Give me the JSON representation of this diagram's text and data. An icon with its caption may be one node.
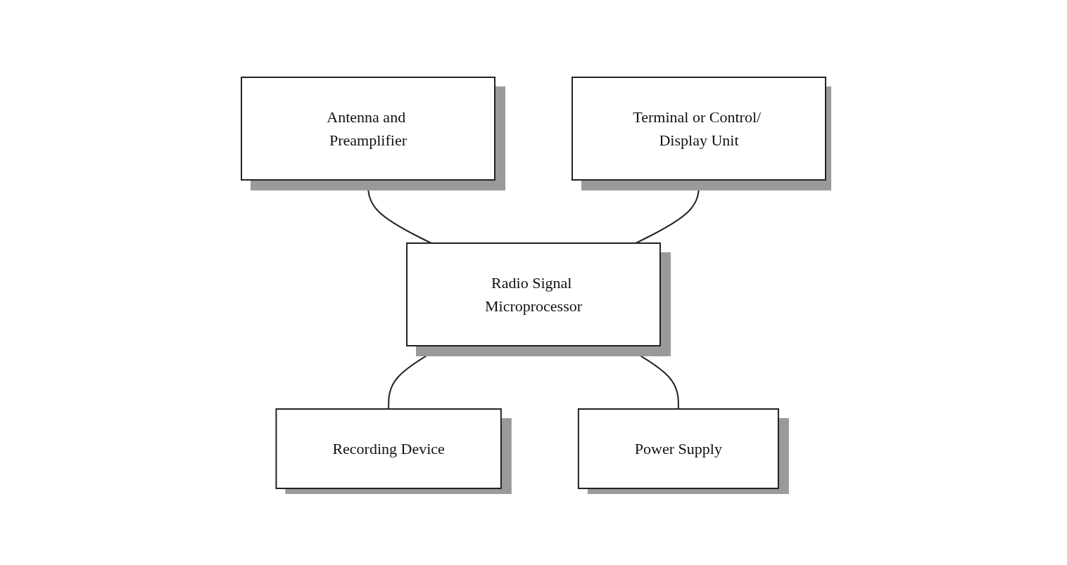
{
  "diagram": {
    "nodes": [
      {
        "text": [
          "Antenna and Preamplifier"
        ]
      },
      {
        "text": [
          "Terminal or Control/ Display Unit"
        ]
      },
      {
        "text": [
          "Radio Signal Microprocessor"
        ]
      },
      {
        "text": [
          "Recording Device"
        ]
      },
      {
        "text": [
          "Power Supply"
        ]
      }
    ],
    "edges": [
      {
        "from": 0,
        "to": 2,
        "arrow": "none"
      },
      {
        "from": 1,
        "to": 2,
        "arrow": "none"
      },
      {
        "from": 2,
        "to": 3,
        "arrow": "none"
      },
      {
        "from": 2,
        "to": 4,
        "arrow": "none"
      }
    ]
  }
}
